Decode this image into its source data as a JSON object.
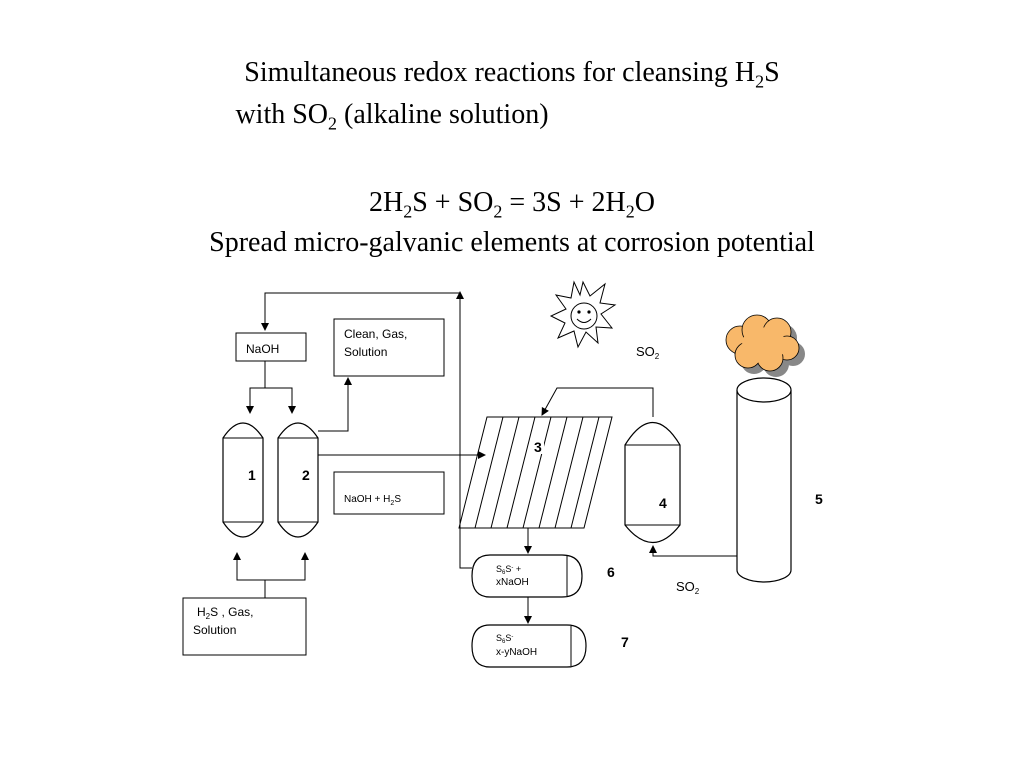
{
  "header": {
    "title_line1": "Simultaneous redox reactions for cleansing H",
    "title_line1_sub": "2",
    "title_line1_end": "S",
    "title_line2": "with SO",
    "title_line2_sub": "2",
    "title_line2_end": " (alkaline solution)"
  },
  "equation": {
    "p1": "2H",
    "s1": "2",
    "p2": "S + SO",
    "s2": "2",
    "p3": " = 3S + 2H",
    "s3": "2",
    "p4": "O"
  },
  "subtitle": "Spread micro-galvanic elements at corrosion potential",
  "diagram": {
    "naoh_box": "NaOH",
    "clean_box_line1": "Clean, Gas,",
    "clean_box_line2": "Solution",
    "naoh_h2s_box": "NaOH + H",
    "naoh_h2s_sub": "2",
    "naoh_h2s_end": "S",
    "h2s_box_line1_a": "H",
    "h2s_box_line1_sub": "2",
    "h2s_box_line1_b": "S , Gas,",
    "h2s_box_line2": "Solution",
    "so2_top": "SO",
    "so2_top_sub": "2",
    "so2_bottom": "SO",
    "so2_bottom_sub": "2",
    "vessel6_line1_a": "S",
    "vessel6_line1_sub": "6",
    "vessel6_line1_b": "S",
    "vessel6_line1_sup": "-",
    "vessel6_line1_c": " +",
    "vessel6_line2": "xNaOH",
    "vessel7_line1_a": "S",
    "vessel7_line1_sub": "6",
    "vessel7_line1_b": "S",
    "vessel7_line1_sup": "-",
    "vessel7_line2": "x-yNaOH",
    "numbers": [
      "1",
      "2",
      "3",
      "4",
      "5",
      "6",
      "7"
    ],
    "colors": {
      "cloud_fill": "#f8b86a",
      "cloud_shadow": "#888888",
      "line": "#000000"
    }
  }
}
